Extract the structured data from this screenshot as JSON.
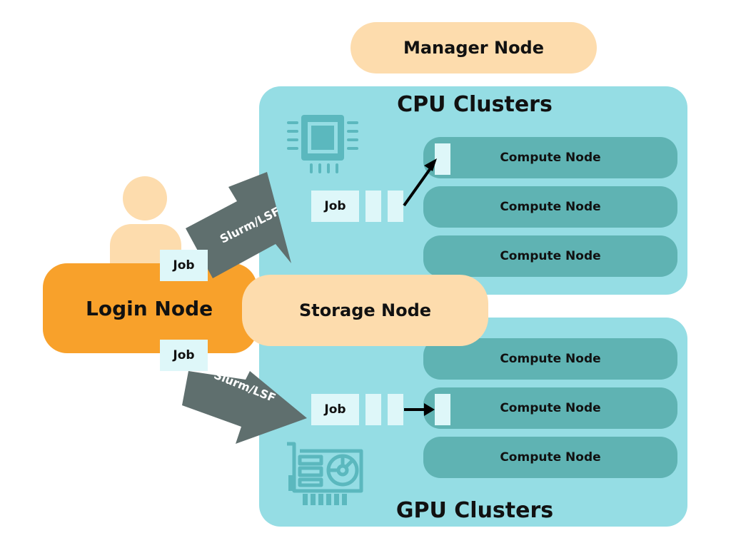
{
  "manager": {
    "label": "Manager Node"
  },
  "login": {
    "label": "Login Node"
  },
  "storage": {
    "label": "Storage Node"
  },
  "cpu_cluster": {
    "title": "CPU Clusters",
    "job_label": "Job",
    "nodes": [
      "Compute Node",
      "Compute Node",
      "Compute Node"
    ]
  },
  "gpu_cluster": {
    "title": "GPU Clusters",
    "job_label": "Job",
    "nodes": [
      "Compute Node",
      "Compute Node",
      "Compute Node"
    ]
  },
  "scheduler": {
    "top_label": "Slurm/LSF",
    "bottom_label": "Slurm/LSF"
  },
  "user_jobs": {
    "top": "Job",
    "bottom": "Job"
  },
  "icons": {
    "cpu": "cpu-chip-icon",
    "gpu": "gpu-card-icon",
    "user": "user-icon"
  },
  "colors": {
    "cluster": "#95dde4",
    "compute_node": "#5fb3b3",
    "login_node": "#f8a12b",
    "peach_node": "#fddcad",
    "job_box": "#def7f9",
    "arrow": "#5f6f6e",
    "icon": "#5bb8be"
  }
}
